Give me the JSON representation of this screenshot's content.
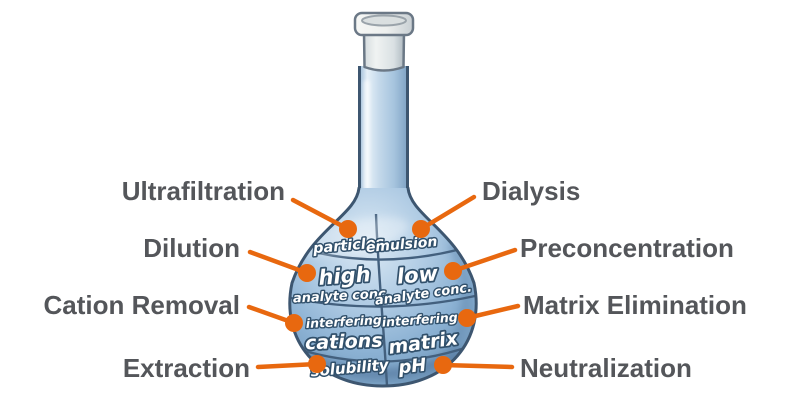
{
  "colors": {
    "background": "#FFFFFF",
    "accent_orange": "#E8680F",
    "label_text": "#54565A",
    "flask_blue": "#9BBEDC",
    "flask_blue_light": "#D9E8F4",
    "flask_outline": "#3D5670",
    "cell_text_fill": "#FFFFFF",
    "cell_text_outline": "#31506B"
  },
  "left_labels": [
    {
      "text": "Ultrafiltration"
    },
    {
      "text": "Dilution"
    },
    {
      "text": "Cation Removal"
    },
    {
      "text": "Extraction"
    }
  ],
  "right_labels": [
    {
      "text": "Dialysis"
    },
    {
      "text": "Preconcentration"
    },
    {
      "text": "Matrix Elimination"
    },
    {
      "text": "Neutralization"
    }
  ],
  "flask_cells": {
    "top_left": "particles",
    "top_right": "emulsion",
    "upper_left_main": "high",
    "upper_left_sub": "analyte conc.",
    "upper_right_main": "low",
    "upper_right_sub": "analyte conc.",
    "mid_left_sub": "interfering",
    "mid_left_main": "cations",
    "mid_right_sub": "interfering",
    "mid_right_main": "matrix",
    "bottom_left": "solubility",
    "bottom_right": "pH"
  }
}
